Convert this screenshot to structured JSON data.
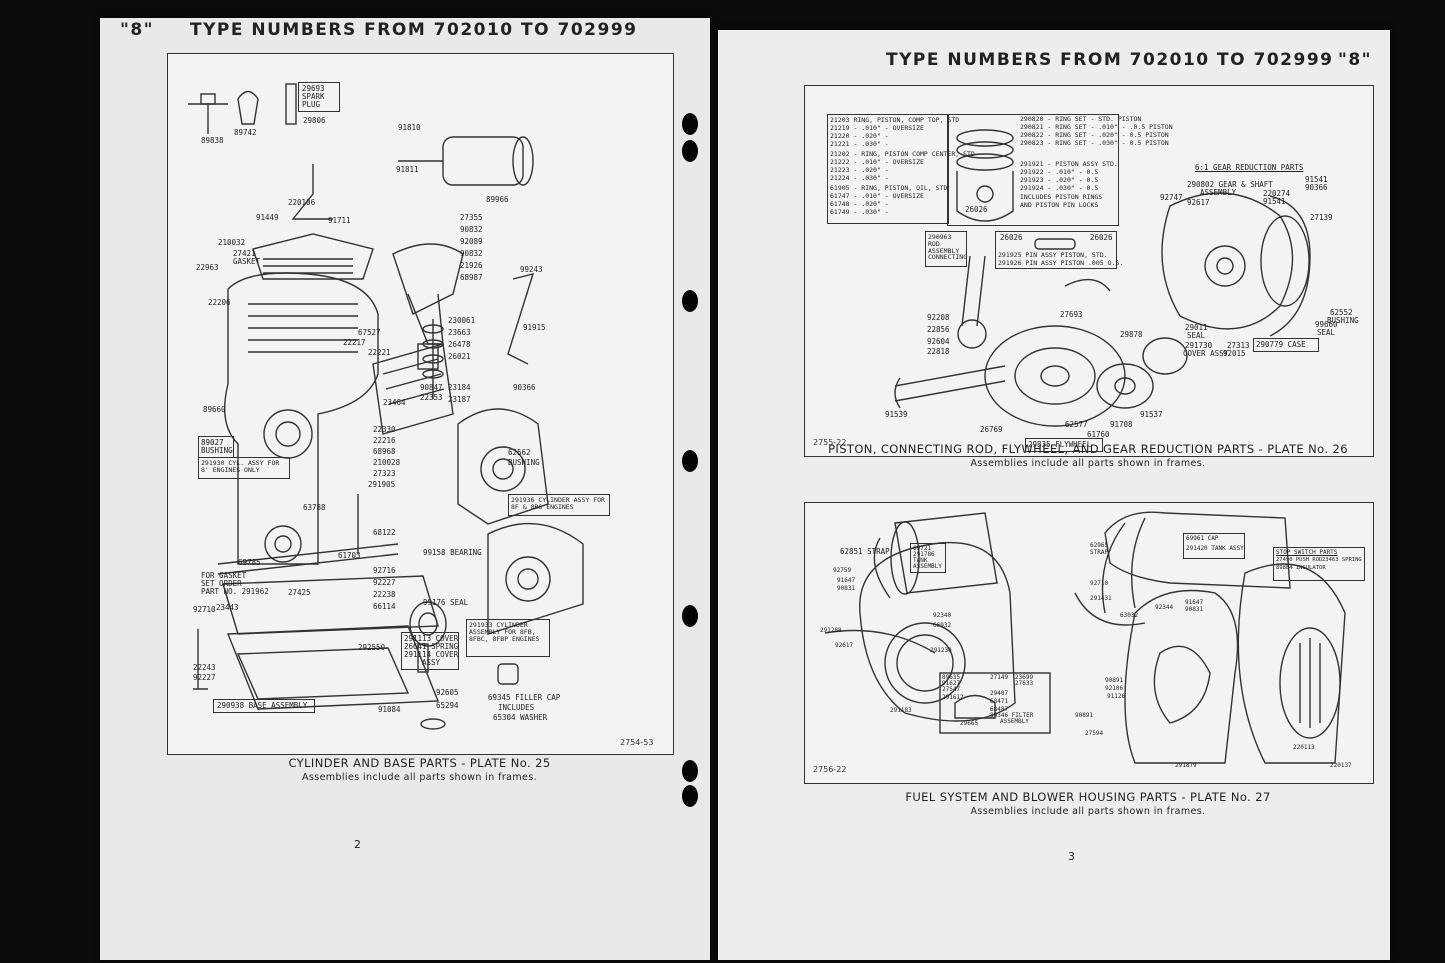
{
  "left_page": {
    "series": "\"8\"",
    "title": "TYPE NUMBERS FROM 702010 TO 702999",
    "plate_code": "2754-53",
    "caption": "CYLINDER AND BASE PARTS - PLATE No. 25",
    "subcaption": "Assemblies include all parts shown in frames.",
    "page_number": "2",
    "labels": [
      "89838",
      "89742",
      "29693",
      "SPARK",
      "PLUG",
      "29806",
      "91810",
      "91811",
      "89966",
      "220106",
      "91449",
      "91711",
      "210032",
      "27421",
      "GASKET",
      "22963",
      "22206",
      "27355",
      "90832",
      "92089",
      "90832",
      "21926",
      "68987",
      "99243",
      "230061",
      "23663",
      "26478",
      "26021",
      "91915",
      "90366",
      "22217",
      "67527",
      "22221",
      "90847",
      "22353",
      "23184",
      "23187",
      "23464",
      "89660",
      "89027",
      "BUSHING",
      "22330",
      "22216",
      "68968",
      "210028",
      "27323",
      "291905",
      "62562",
      "BUSHING",
      "63788",
      "68122",
      "61703",
      "69785",
      "92716",
      "92227",
      "22238",
      "66114",
      "27425",
      "FOR GASKET",
      "SET ORDER",
      "PART NO. 291962",
      "92710",
      "23443",
      "292550",
      "22243",
      "92227",
      "91084",
      "99158 BEARING",
      "99176 SEAL",
      "291113 COVER",
      "26641 SPRING",
      "291114 COVER",
      "ASSY",
      "92605",
      "65294",
      "69345 FILLER CAP",
      "INCLUDES",
      "65304 WASHER"
    ],
    "frames": [
      "291930 CYL. ASSY FOR 8' ENGINES ONLY",
      "291936 CYLINDER ASSY FOR 8F & 8R6 ENGINES",
      "291933 CYLINDER ASSEMBLY FOR 8FB, 8FBC, 8FBP ENGINES",
      "290938 BASE ASSEMBLY"
    ]
  },
  "right_page": {
    "series": "\"8\"",
    "title": "TYPE NUMBERS FROM 702010 TO 702999",
    "page_number": "3",
    "plate26": {
      "plate_code": "2755-22",
      "caption": "PISTON, CONNECTING ROD, FLYWHEEL, AND GEAR REDUCTION PARTS - PLATE No. 26",
      "subcaption": "Assemblies include all parts shown in frames.",
      "ring_list": [
        "21203 RING, PISTON, COMP TOP, STD",
        "21219 - .010\" - OVERSIZE",
        "21220 - .020\" -",
        "21221 - .030\" -",
        "21202 - RING, PISTON COMP CENTER, STD",
        "21222 - .010\" - OVERSIZE",
        "21223 - .020\" -",
        "21224 - .030\" -",
        "61905 - RING, PISTON, OIL, STD",
        "61747 - .010\" - OVERSIZE",
        "61748 - .020\" -",
        "61749 - .030\" -"
      ],
      "ring_set": [
        "290820 - RING SET - STD. PISTON",
        "290821 - RING SET - .010\" - .0.5 PISTON",
        "290822 - RING SET - .020\" - 0.5 PISTON",
        "290823 - RING SET - .030\" - 0.5 PISTON"
      ],
      "piston_assy": [
        "291921 - PISTON ASSY STD.",
        "291922 - .010\" - 0.5",
        "291923 - .020\" - 0.5",
        "291924 - .030\" - 0.5",
        "INCLUDES PISTON RINGS",
        "AND PISTON PIN LOCKS"
      ],
      "pin_assy": [
        "291925 PIN ASSY PISTON, STD.",
        "291926 PIN ASSY PISTON .005 O.S."
      ],
      "rod_assy": "290963 ROD ASSEMBLY CONNECTING",
      "gear_title": "6:1 GEAR REDUCTION PARTS",
      "labels": [
        "26026",
        "26026",
        "26026",
        "92208",
        "22856",
        "92604",
        "22818",
        "27693",
        "29878",
        "62577",
        "91708",
        "61760",
        "29835 FLYWHEEL",
        "91539",
        "26769",
        "91537",
        "290802 GEAR & SHAFT",
        "ASSEMBLY",
        "92747",
        "92617",
        "220274",
        "91541",
        "91541",
        "90366",
        "27139",
        "99660",
        "SEAL",
        "62552",
        "BUSHING",
        "29011",
        "SEAL",
        "291730",
        "COVER ASSY",
        "27313",
        "92015",
        "290779 CASE"
      ]
    },
    "plate27": {
      "plate_code": "2756-22",
      "caption": "FUEL SYSTEM AND BLOWER HOUSING PARTS - PLATE No. 27",
      "subcaption": "Assemblies include all parts shown in frames.",
      "labels": [
        "62851 STRAP",
        "69721",
        "291786",
        "TANK",
        "ASSEMBLY",
        "92759",
        "91647",
        "90831",
        "92340",
        "66932",
        "291288",
        "92617",
        "291230",
        "291183",
        "89635",
        "91627",
        "27547",
        "291612",
        "27149",
        "23699",
        "27633",
        "29407",
        "68471",
        "68487",
        "89346 FILTER",
        "ASSEMBLY",
        "29665",
        "62965",
        "STRAP",
        "92710",
        "291431",
        "63032",
        "92344",
        "91647",
        "90831",
        "69961 CAP",
        "291420 TANK ASSY",
        "STOP SWITCH PARTS",
        "27490 PUSH ROD",
        "23463 SPRING",
        "89884 INSULATOR",
        "90891",
        "92106",
        "91126",
        "90891",
        "27594",
        "291879",
        "220113",
        "220137"
      ]
    }
  },
  "colors": {
    "background": "#0b0b0b",
    "paper": "#ececea",
    "ink": "#222222"
  }
}
